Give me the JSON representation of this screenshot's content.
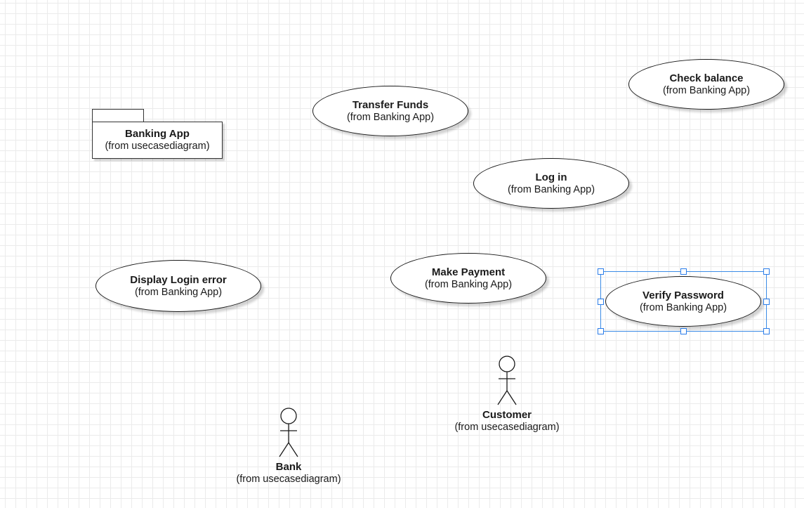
{
  "diagram": {
    "package": {
      "name": "Banking App",
      "origin": "(from usecasediagram)"
    },
    "use_cases": [
      {
        "id": "transfer-funds",
        "name": "Transfer Funds",
        "origin": "(from Banking App)"
      },
      {
        "id": "check-balance",
        "name": "Check balance",
        "origin": "(from Banking App)"
      },
      {
        "id": "log-in",
        "name": "Log in",
        "origin": "(from Banking App)"
      },
      {
        "id": "display-login-error",
        "name": "Display Login error",
        "origin": "(from Banking App)"
      },
      {
        "id": "make-payment",
        "name": "Make Payment",
        "origin": "(from Banking App)"
      },
      {
        "id": "verify-password",
        "name": "Verify Password",
        "origin": "(from Banking App)",
        "selected": true
      }
    ],
    "actors": [
      {
        "id": "customer",
        "name": "Customer",
        "origin": "(from usecasediagram)"
      },
      {
        "id": "bank",
        "name": "Bank",
        "origin": "(from usecasediagram)"
      }
    ],
    "colors": {
      "selection": "#3b8be6",
      "grid": "#ebebeb",
      "stroke": "#1a1a1a"
    }
  }
}
